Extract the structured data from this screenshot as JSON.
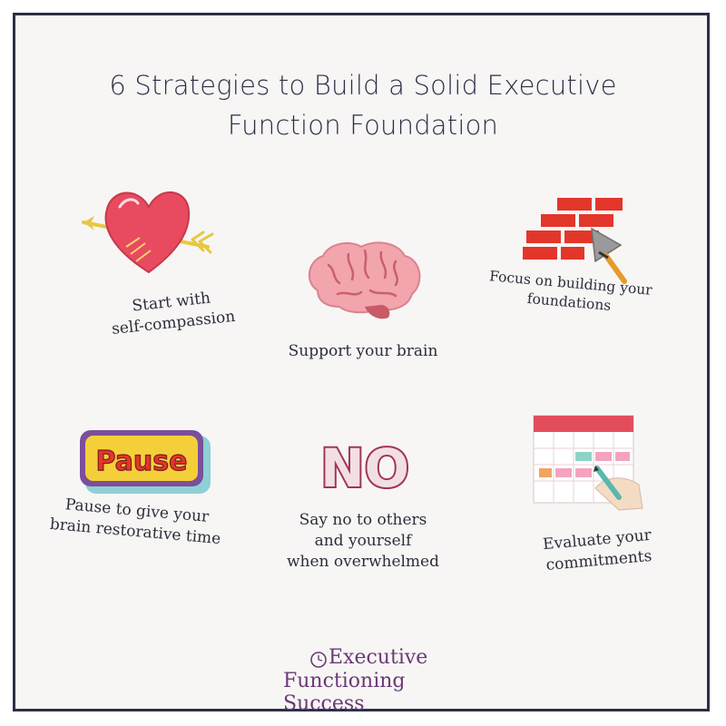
{
  "title": {
    "line1": "6 Strategies to Build a Solid Executive",
    "line2": "Function Foundation"
  },
  "strategies": [
    {
      "icon": "heart-arrow-icon",
      "lines": [
        "Start with",
        "self-compassion"
      ]
    },
    {
      "icon": "brain-icon",
      "lines": [
        "Support your brain"
      ]
    },
    {
      "icon": "bricks-trowel-icon",
      "lines": [
        "Focus on building your",
        "foundations"
      ]
    },
    {
      "icon": "pause-sign-icon",
      "icon_text": "Pause",
      "lines": [
        "Pause to give your",
        "brain restorative time"
      ]
    },
    {
      "icon": "no-sign-icon",
      "icon_text": "NO",
      "lines": [
        "Say no to others",
        "and yourself",
        "when overwhelmed"
      ]
    },
    {
      "icon": "calendar-pen-icon",
      "lines": [
        "Evaluate your",
        "commitments"
      ]
    }
  ],
  "logo": {
    "line1": "Executive",
    "line2": "Functioning Success"
  },
  "colors": {
    "frame": "#2b2f45",
    "background": "#f7f6f5",
    "heart": "#e84a5f",
    "brain": "#f2a5ad",
    "bricks": "#e3362b",
    "pause_bg": "#f5cf3a",
    "pause_text": "#e3362b",
    "no_text": "#a13557",
    "calendar_header": "#e14d5c",
    "logo": "#6b3a74"
  }
}
